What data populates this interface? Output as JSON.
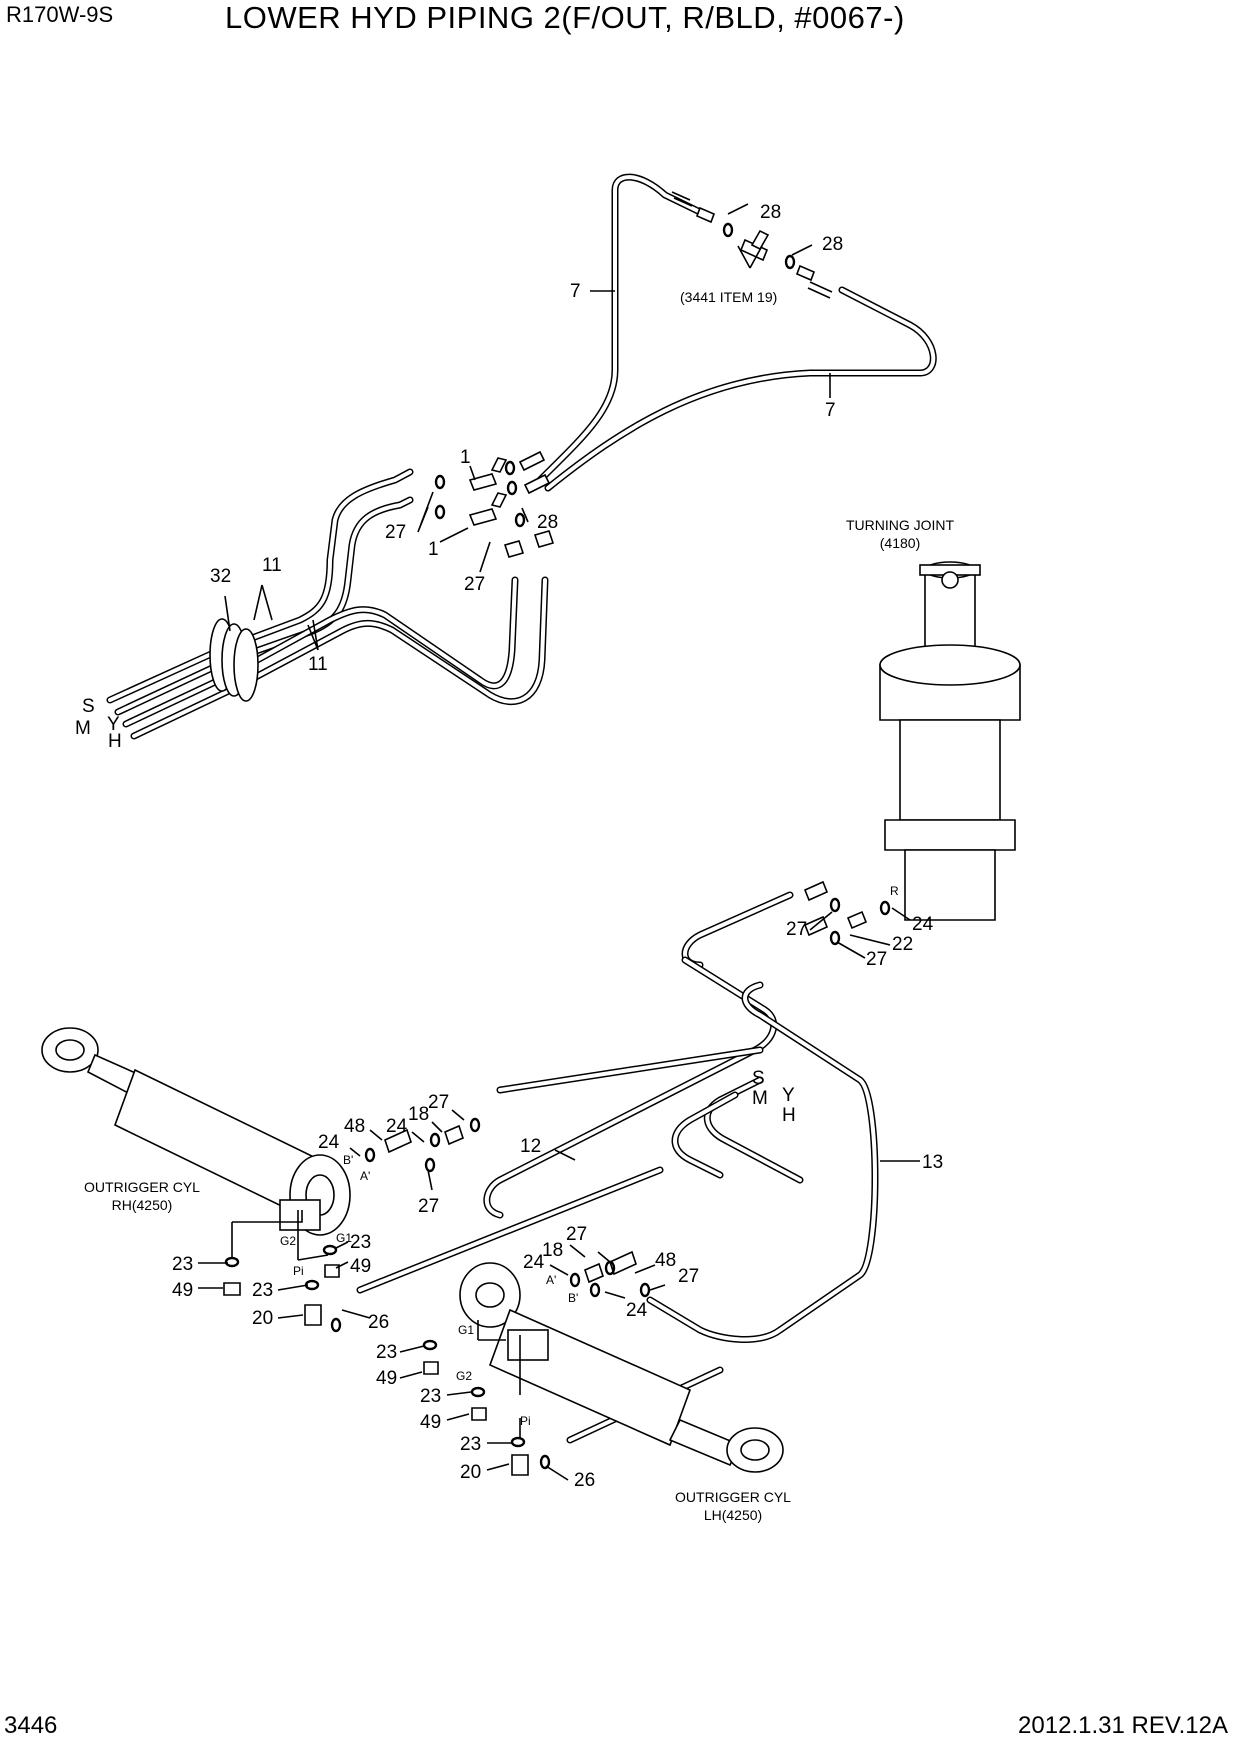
{
  "header": {
    "model": "R170W-9S",
    "title": "LOWER HYD PIPING 2(F/OUT, R/BLD, #0067-)"
  },
  "footer": {
    "page": "3446",
    "date_rev": "2012.1.31  REV.12A"
  },
  "labels": {
    "turning_joint": "TURNING JOINT",
    "turning_joint_ref": "(4180)",
    "ref_3441": "(3441 ITEM 19)",
    "cyl_rh": "OUTRIGGER CYL",
    "cyl_rh_ref": "RH(4250)",
    "cyl_lh": "OUTRIGGER CYL",
    "cyl_lh_ref": "LH(4250)"
  },
  "port_letters": {
    "s1": "S",
    "m1": "M",
    "y1": "Y",
    "h1": "H",
    "s2": "S",
    "m2": "M",
    "y2": "Y",
    "h2": "H",
    "r": "R",
    "a_rh": "A'",
    "b_rh": "B'",
    "g1_rh": "G1",
    "g2_rh": "G2",
    "pi_rh": "Pi",
    "a_lh": "A'",
    "b_lh": "B'",
    "g1_lh": "G1",
    "g2_lh": "G2",
    "pi_lh": "Pi"
  },
  "callouts": {
    "c28a": "28",
    "c28b": "28",
    "c7a": "7",
    "c7b": "7",
    "c1a": "1",
    "c1b": "1",
    "c27a": "27",
    "c27b": "27",
    "c28c": "28",
    "c32": "32",
    "c11a": "11",
    "c11b": "11",
    "c27c": "27",
    "c24a": "24",
    "c22": "22",
    "c27d": "27",
    "c13": "13",
    "c12": "12",
    "c48a": "48",
    "c24b": "24",
    "c18a": "18",
    "c27e": "27",
    "c24c": "24",
    "c27f": "27",
    "c23a": "23",
    "c49a": "49",
    "c23b": "23",
    "c49b": "49",
    "c23c": "23",
    "c20a": "20",
    "c26a": "26",
    "c27g": "27",
    "c18b": "18",
    "c24d": "24",
    "c48b": "48",
    "c27h": "27",
    "c24e": "24",
    "c23d": "23",
    "c49c": "49",
    "c23e": "23",
    "c49d": "49",
    "c23f": "23",
    "c20b": "20",
    "c26b": "26"
  }
}
